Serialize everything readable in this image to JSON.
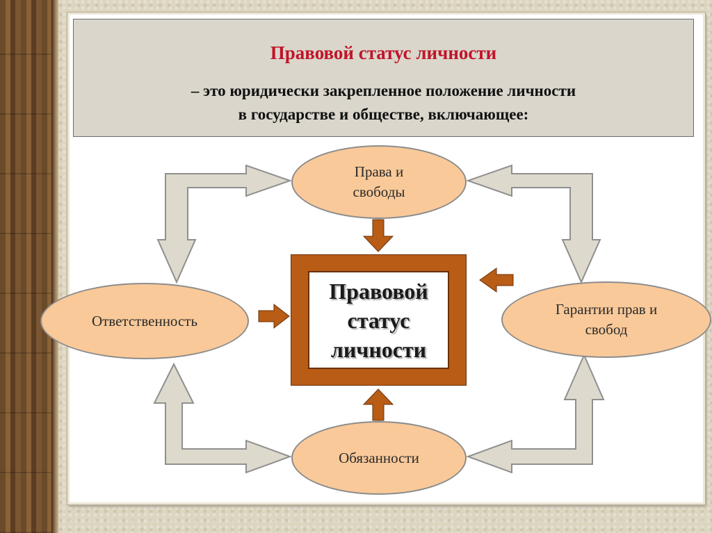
{
  "header": {
    "title": "Правовой статус личности",
    "subtitle_line1": "– это юридически закрепленное положение личности",
    "subtitle_line2": "в государстве и обществе, включающее:"
  },
  "center": {
    "line1": "Правовой",
    "line2": "статус",
    "line3": "личности"
  },
  "nodes": {
    "top": {
      "line1": "Права и",
      "line2": "свободы"
    },
    "left": {
      "line1": "Ответственность"
    },
    "right": {
      "line1": "Гарантии прав и",
      "line2": "свобод"
    },
    "bottom": {
      "line1": "Обязанности"
    }
  },
  "colors": {
    "title": "#c1142a",
    "header_bg": "#dad6cb",
    "oval_fill": "#f9c999",
    "frame_brown": "#b85c16",
    "arrow_brown": "#b85c16",
    "arrow_outline": "#ddd9cc"
  }
}
